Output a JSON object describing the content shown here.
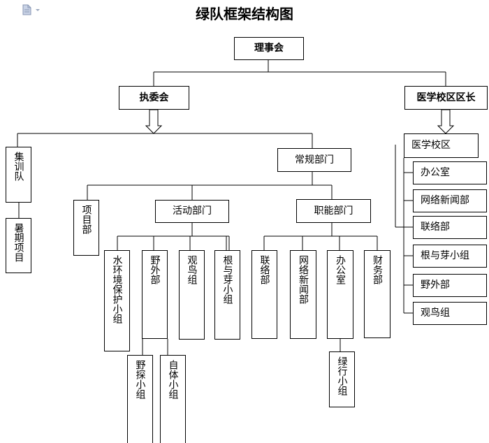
{
  "title": "绿队框架结构图",
  "icons": {
    "document": "document-icon",
    "dropdown": "chevron-down-icon"
  },
  "nodes": {
    "council": "理事会",
    "executive": "执委会",
    "medical_lead": "医学校区区长",
    "training_team": "集训队",
    "summer_project": "暑期项目",
    "regular_dept": "常规部门",
    "project_dept": "项目部",
    "activity_dept": "活动部门",
    "function_dept": "职能部门",
    "env_group": "水环境保护小组",
    "field_dept": "野外部",
    "bird_group": "观鸟组",
    "sprout_group": "根与芽小组",
    "liaison_dept": "联络部",
    "network_news": "网络新闻部",
    "office": "办公室",
    "finance_dept": "财务部",
    "field_explore": "野探小组",
    "nature_group": "自体小组",
    "green_walk": "绿行小组",
    "medical_campus": "医学校区",
    "med_office": "办公室",
    "med_network_news": "网络新闻部",
    "med_liaison": "联络部",
    "med_sprout": "根与芽小组",
    "med_field": "野外部",
    "med_bird": "观鸟组"
  }
}
